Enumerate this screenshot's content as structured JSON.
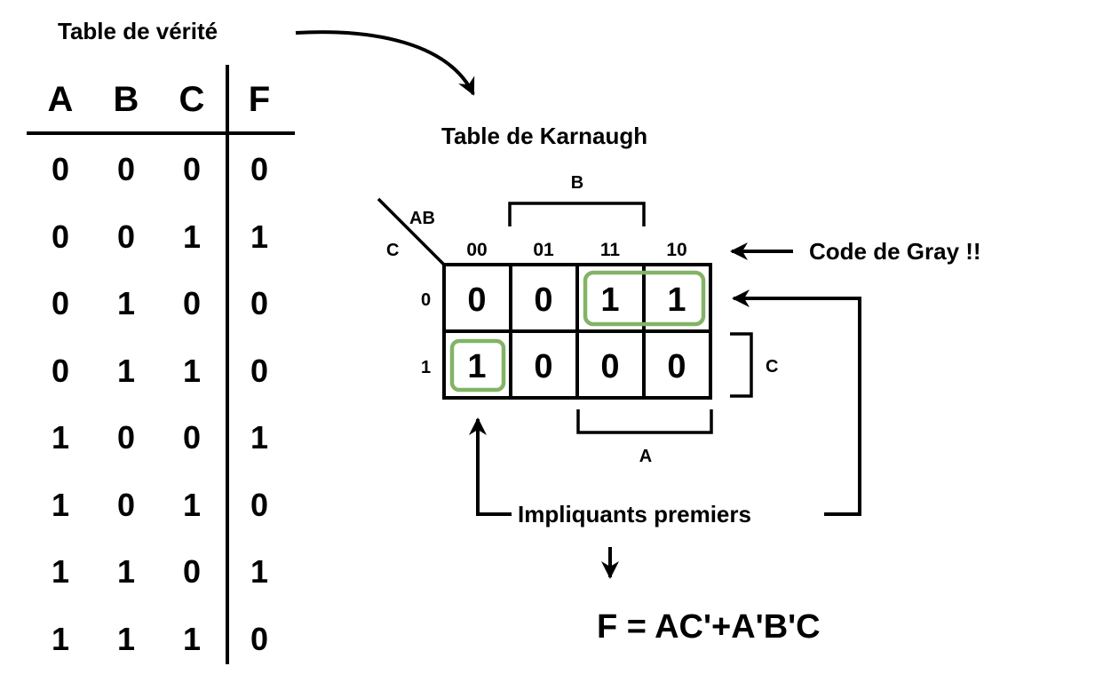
{
  "truth_table": {
    "title": "Table de vérité",
    "headers": [
      "A",
      "B",
      "C",
      "F"
    ],
    "rows": [
      [
        "0",
        "0",
        "0",
        "0"
      ],
      [
        "0",
        "0",
        "1",
        "1"
      ],
      [
        "0",
        "1",
        "0",
        "0"
      ],
      [
        "0",
        "1",
        "1",
        "0"
      ],
      [
        "1",
        "0",
        "0",
        "1"
      ],
      [
        "1",
        "0",
        "1",
        "0"
      ],
      [
        "1",
        "1",
        "0",
        "1"
      ],
      [
        "1",
        "1",
        "1",
        "0"
      ]
    ]
  },
  "karnaugh": {
    "title": "Table de Karnaugh",
    "corner_top": "AB",
    "corner_left": "C",
    "column_codes": [
      "00",
      "01",
      "11",
      "10"
    ],
    "row_codes": [
      "0",
      "1"
    ],
    "cells": [
      [
        "0",
        "0",
        "1",
        "1"
      ],
      [
        "1",
        "0",
        "0",
        "0"
      ]
    ],
    "bracket_b": "B",
    "bracket_a": "A",
    "bracket_c": "C",
    "group_color": "#82b366"
  },
  "annotations": {
    "gray_code": "Code de Gray !!",
    "prime_implicants": "Impliquants premiers"
  },
  "equation": "F = AC'+A'B'C"
}
